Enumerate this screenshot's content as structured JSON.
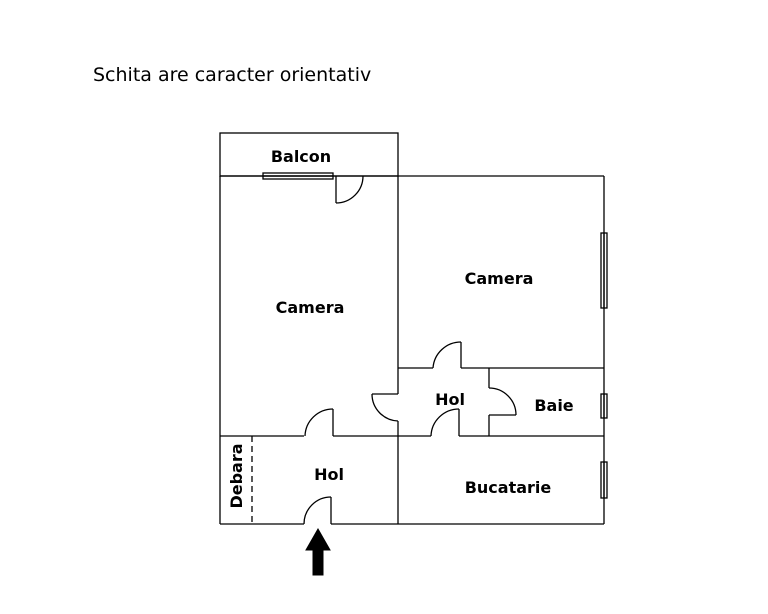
{
  "title": "Schita are caracter orientativ",
  "rooms": {
    "balcon": "Balcon",
    "camera_left": "Camera",
    "camera_right": "Camera",
    "hol_center": "Hol",
    "baie": "Baie",
    "debara": "Debara",
    "hol_entry": "Hol",
    "bucatarie": "Bucatarie"
  },
  "colors": {
    "line": "#000000",
    "background": "#ffffff"
  },
  "icons": {
    "entrance": "arrow-up-icon"
  }
}
